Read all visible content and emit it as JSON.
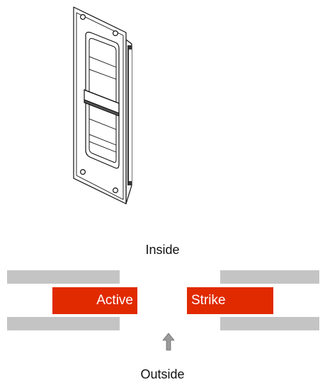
{
  "drawing": {
    "object": "recessed flush pull handle (isometric line drawing)"
  },
  "diagram": {
    "inside_label": "Inside",
    "outside_label": "Outside",
    "active_leaf_label": "Active",
    "strike_leaf_label": "Strike",
    "leaf_color": "#e12a00",
    "wall_color": "#c4c4c4",
    "arrow_color": "#9a9a9a",
    "arrow_direction": "up"
  }
}
